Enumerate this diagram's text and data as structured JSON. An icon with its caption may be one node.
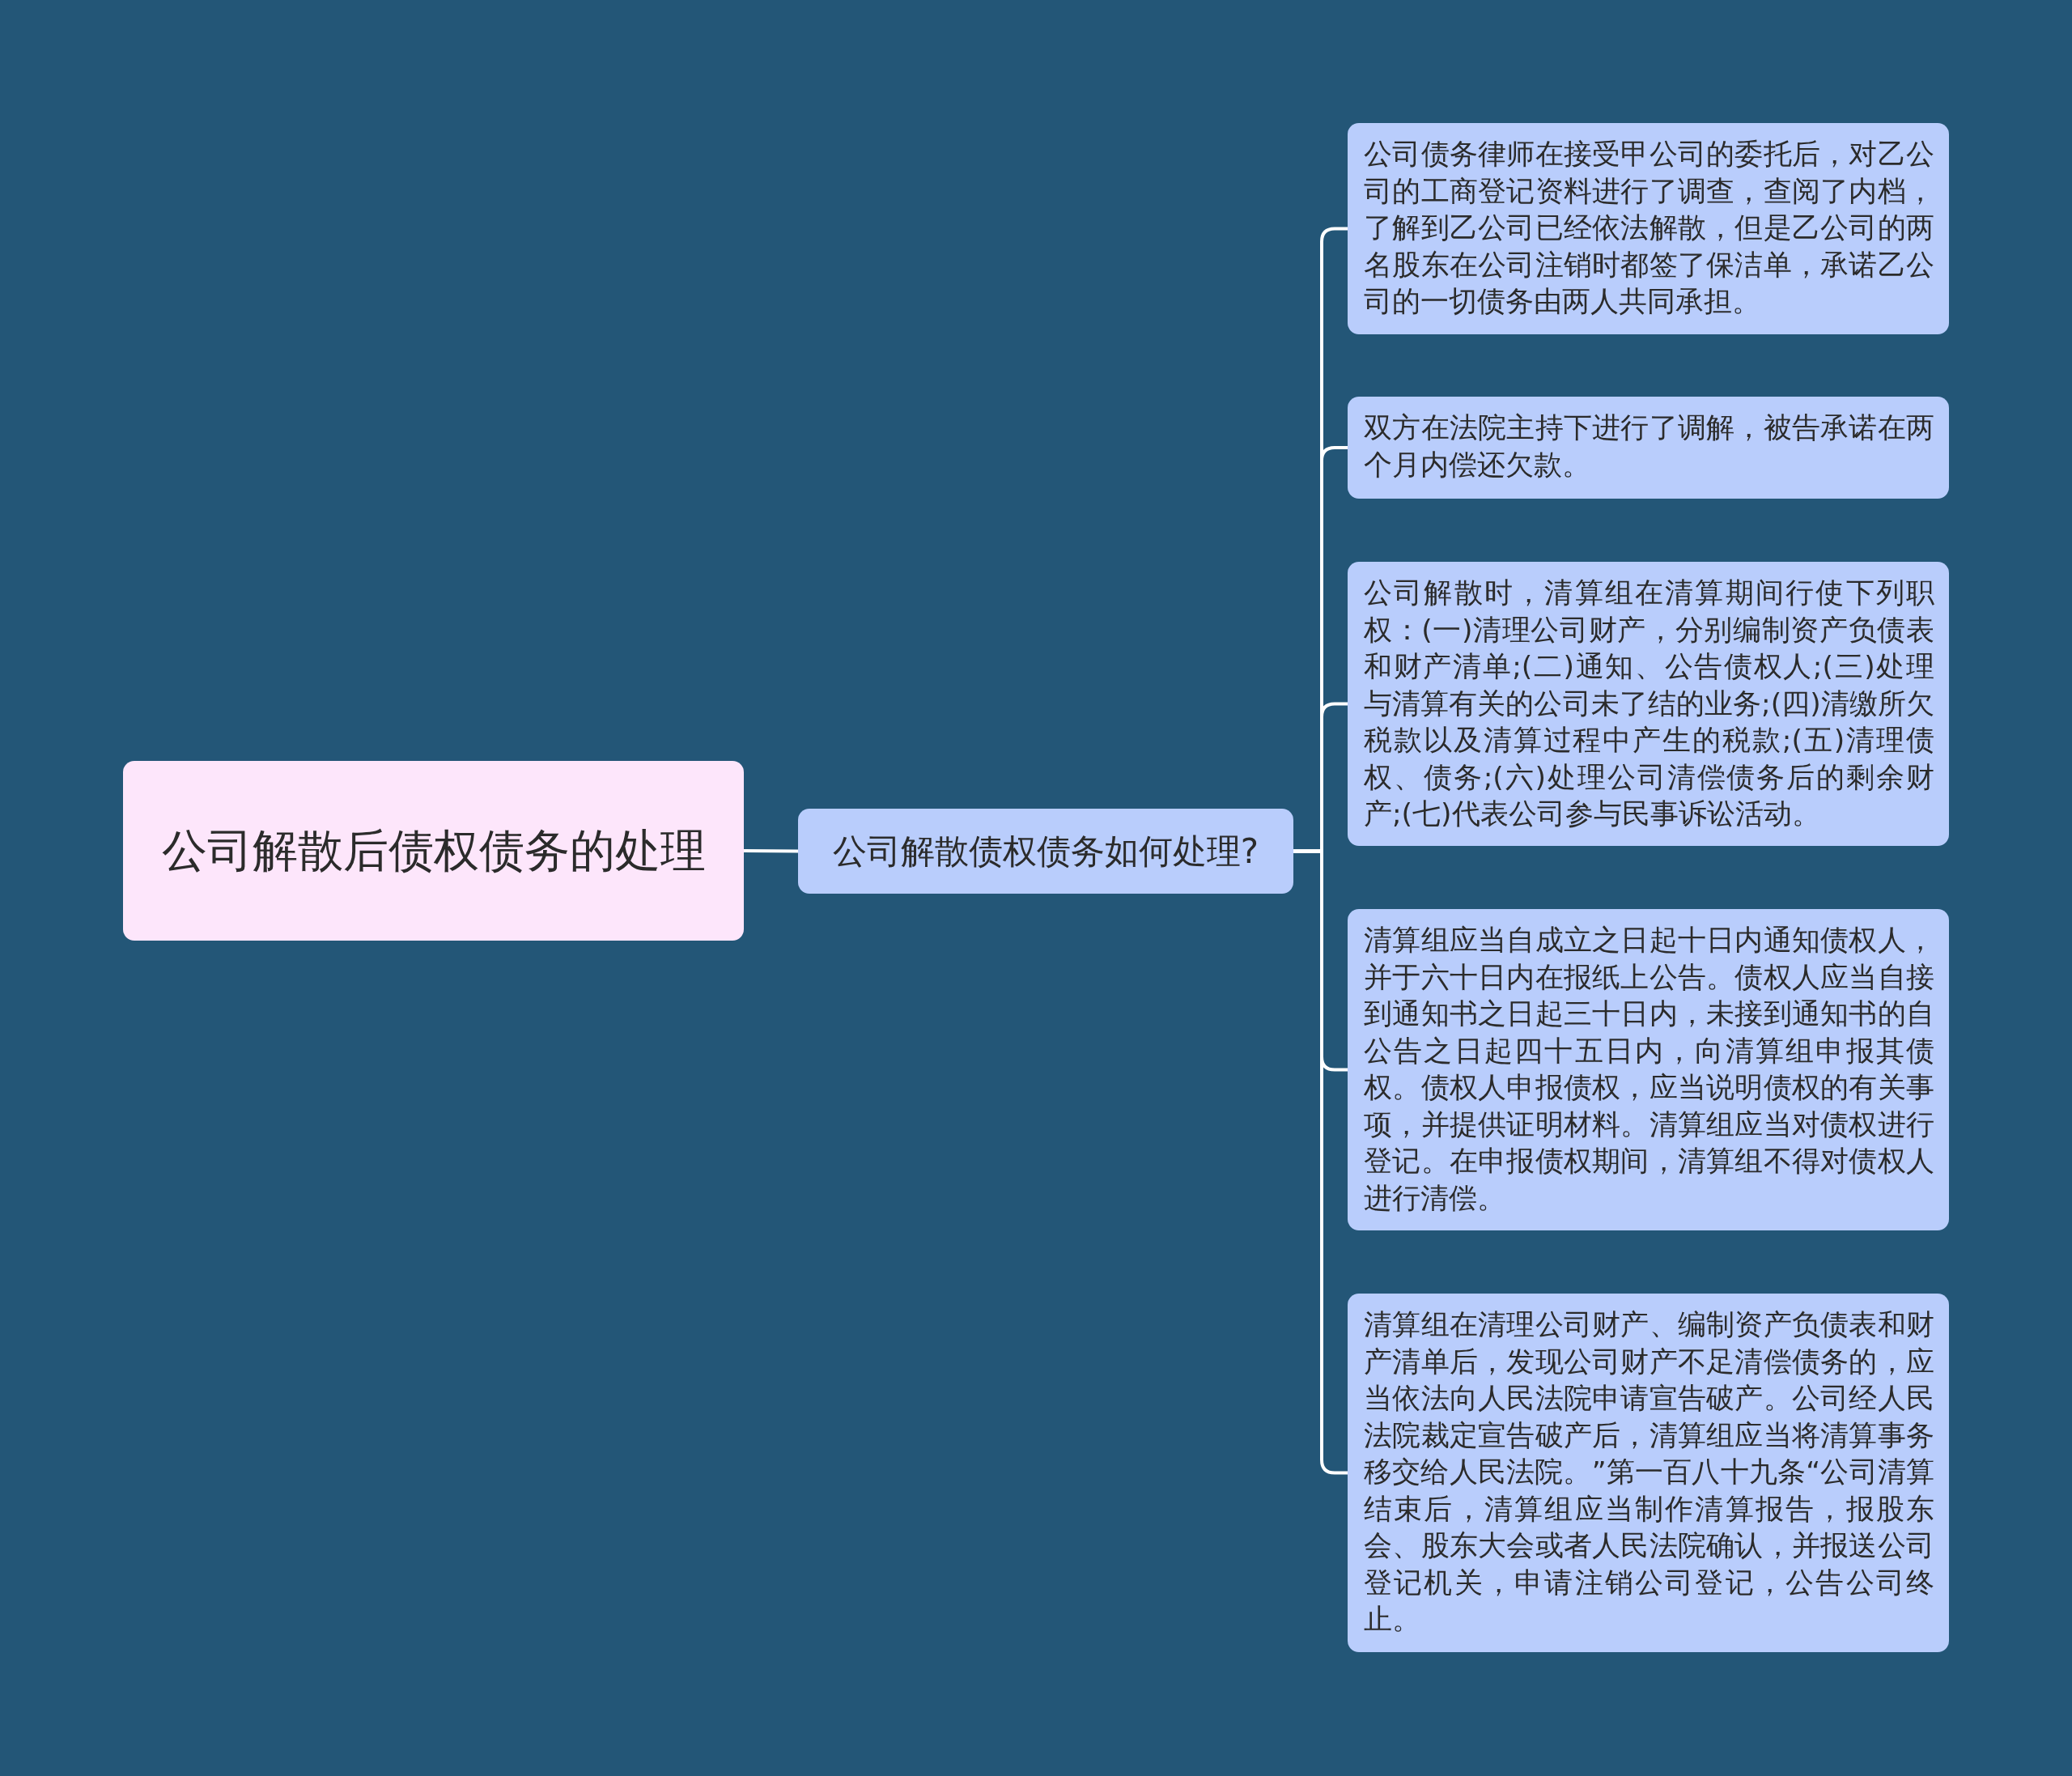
{
  "diagram": {
    "nodes": [
      {
        "text": [
          "公司解散后债权债务的处理"
        ]
      },
      {
        "text": [
          "公司解散债权债务如何处理?"
        ]
      },
      {
        "text": [
          "公司债务律师在接受甲公司的委托后，对乙公司的工商登记资料进行了调查，查阅了内档，了解到乙公司已经依法解散，但是乙公司的两名股东在公司注销时都签了保洁单，承诺乙公司的一切债务由两人共同承担。"
        ]
      },
      {
        "text": [
          "双方在法院主持下进行了调解，被告承诺在两个月内偿还欠款。"
        ]
      },
      {
        "text": [
          "公司解散时，清算组在清算期间行使下列职权：(一)清理公司财产，分别编制资产负债表和财产清单;(二)通知、公告债权人;(三)处理与清算有关的公司未了结的业务;(四)清缴所欠税款以及清算过程中产生的税款;(五)清理债权、债务;(六)处理公司清偿债务后的剩余财产;(七)代表公司参与民事诉讼活动。"
        ]
      },
      {
        "text": [
          "清算组应当自成立之日起十日内通知债权人，并于六十日内在报纸上公告。债权人应当自接到通知书之日起三十日内，未接到通知书的自公告之日起四十五日内，向清算组申报其债权。债权人申报债权，应当说明债权的有关事项，并提供证明材料。清算组应当对债权进行登记。在申报债权期间，清算组不得对债权人进行清偿。"
        ]
      },
      {
        "text": [
          "清算组在清理公司财产、编制资产负债表和财产清单后，发现公司财产不足清偿债务的，应当依法向人民法院申请宣告破产。公司经人民法院裁定宣告破产后，清算组应当将清算事务移交给人民法院。”第一百八十九条“公司清算结束后，清算组应当制作清算报告，报股东会、股东大会或者人民法院确认，并报送公司登记机关，申请注销公司登记，公告公司终止。"
        ]
      }
    ],
    "edges": [
      {
        "from": 0,
        "to": 1,
        "arrow": "none"
      },
      {
        "from": 1,
        "to": 2,
        "arrow": "none"
      },
      {
        "from": 1,
        "to": 3,
        "arrow": "none"
      },
      {
        "from": 1,
        "to": 4,
        "arrow": "none"
      },
      {
        "from": 1,
        "to": 5,
        "arrow": "none"
      },
      {
        "from": 1,
        "to": 6,
        "arrow": "none"
      }
    ]
  }
}
